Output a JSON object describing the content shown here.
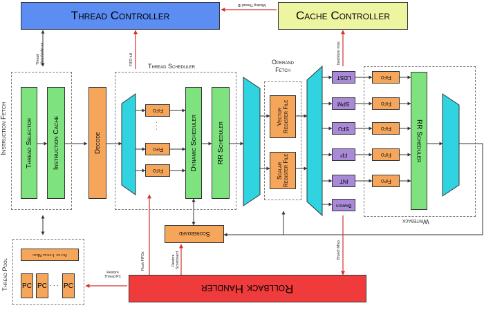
{
  "colors": {
    "thread_controller": "#5b8df2",
    "cache_controller": "#eef5a0",
    "green": "#7ee27e",
    "orange": "#f5a65b",
    "cyan": "#2fd4e0",
    "purple": "#a98ad8",
    "rollback": "#ef3b3b",
    "arrow_red": "#d63030",
    "arrow_dark": "#333333"
  },
  "top": {
    "thread_controller": "Thread Controller",
    "cache_controller": "Cache Controller",
    "missing_thread_id": "Missing Thread ID",
    "thread_sleep_wakeup": "Thread sleep/wake-up",
    "fifo_full": "FIFO full",
    "load_store_miss": "load/store miss"
  },
  "stages": {
    "instruction_fetch": "Instruction Fetch",
    "thread_scheduler": "Thread Scheduler",
    "operand_fetch": "Operand Fetch",
    "writeback": "Writeback",
    "thread_pool": "Thread Pool"
  },
  "fetch": {
    "thread_selector": "Thread Selector",
    "instruction_cache": "Instruction Cache",
    "decode": "Decode"
  },
  "scheduler": {
    "fifo": "Fifo",
    "ellipsis": "· · ·",
    "dynamic_scheduler": "Dynamic Scheduler",
    "rr_scheduler": "RR Scheduler"
  },
  "operand": {
    "vector_rf": "Vector Register File",
    "scalar_rf": "Scalar Register File",
    "ellipsis": "· · ·"
  },
  "units": [
    "LDST",
    "SPM",
    "SFU",
    "FP",
    "INT"
  ],
  "branch": "Branch",
  "wb_fifo": "Fifo",
  "wb_rr": "RR Scheduler",
  "scoreboard": "Scoreboard",
  "rollback": {
    "label": "Rollback Handler",
    "flush_fifos": "Flush FIFOs",
    "restore_scoreboard": "Restore Scoreboard",
    "restore_thread_pc": "Restore Thread PC",
    "branch_mispred": "Branch Misp."
  },
  "pool": {
    "active_thread_mask": "Active Thread Mask",
    "pc": "PC",
    "ellipsis": ". . ."
  }
}
